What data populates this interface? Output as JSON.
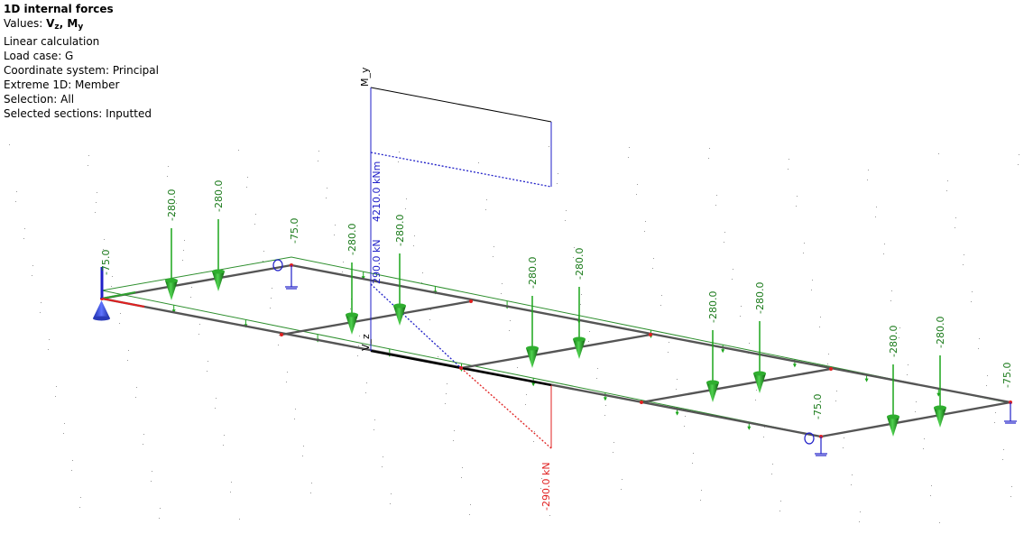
{
  "info": {
    "title": "1D internal forces",
    "values_prefix": "Values: ",
    "v_letter": "V",
    "v_sub": "z",
    "sep": ", ",
    "m_letter": "M",
    "m_sub": "y",
    "calc": "Linear calculation",
    "load_case": "Load case: G",
    "coord": "Coordinate system: Principal",
    "extreme": "Extreme 1D: Member",
    "selection": "Selection: All",
    "sections": "Selected sections: Inputted"
  },
  "axis_labels": {
    "my": "M_y",
    "vz": "V_z"
  },
  "results": {
    "my_value": "4210.0 kNm",
    "vz_pos": "290.0 kN",
    "vz_neg": "-290.0 kN"
  },
  "loads": {
    "point": [
      {
        "text": "-280.0"
      },
      {
        "text": "-280.0"
      },
      {
        "text": "-280.0"
      },
      {
        "text": "-280.0"
      },
      {
        "text": "-280.0"
      },
      {
        "text": "-280.0"
      },
      {
        "text": "-280.0"
      },
      {
        "text": "-280.0"
      },
      {
        "text": "-280.0"
      },
      {
        "text": "-280.0"
      }
    ],
    "supports": [
      {
        "text": "-75.0"
      },
      {
        "text": "-75.0"
      },
      {
        "text": "-75.0"
      },
      {
        "text": "-75.0"
      }
    ]
  },
  "colors": {
    "member": "#555555",
    "load": "#1aa51a",
    "my": "#1f1fc8",
    "vz": "#e02020"
  }
}
